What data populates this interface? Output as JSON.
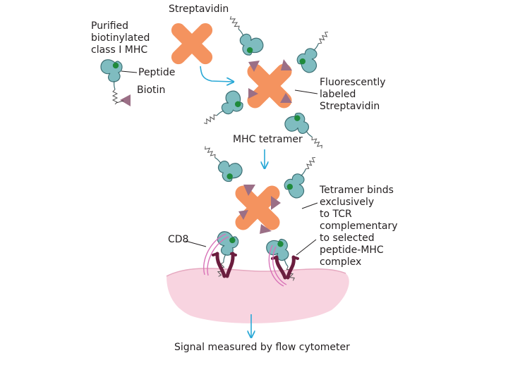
{
  "labels": {
    "streptavidin": "Streptavidin",
    "purified_mhc": "Purified\nbiotinylated\nclass I MHC",
    "peptide": "Peptide",
    "biotin": "Biotin",
    "fluorescent_streptavidin": "Fluorescently\nlabeled\nStreptavidin",
    "mhc_tetramer": "MHC tetramer",
    "tetramer_binds": "Tetramer binds\nexclusively\nto TCR\ncomplementary\nto selected\npeptide-MHC\ncomplex",
    "cd8": "CD8",
    "signal": "Signal measured by flow cytometer"
  },
  "colors": {
    "streptavidin": "#f4935f",
    "mhc": "#7fbcc0",
    "mhc_outline": "#3d6f74",
    "peptide": "#1f8a3b",
    "biotin": "#9b6f86",
    "tcr": "#6b1d3e",
    "cd8": "#d873b8",
    "membrane": "#f8d4e0",
    "arrow": "#29a8d6",
    "text": "#231f20"
  }
}
